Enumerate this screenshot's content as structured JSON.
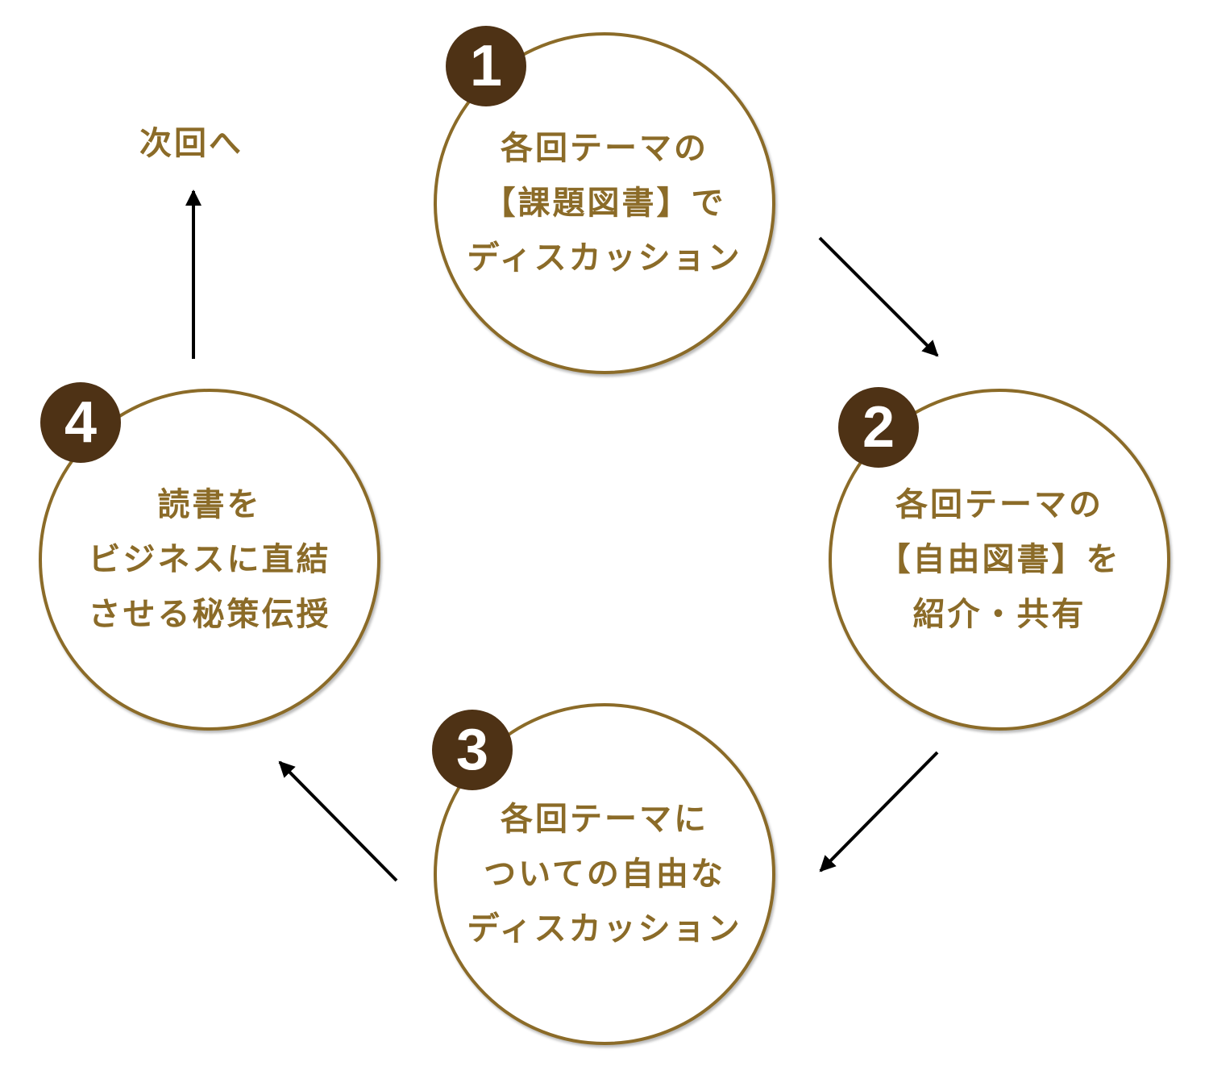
{
  "steps": [
    {
      "number": "1",
      "lines": [
        "各回テーマの",
        "【課題図書】で",
        "ディスカッション"
      ]
    },
    {
      "number": "2",
      "lines": [
        "各回テーマの",
        "【自由図書】を",
        "紹介・共有"
      ]
    },
    {
      "number": "3",
      "lines": [
        "各回テーマに",
        "ついての自由な",
        "ディスカッション"
      ]
    },
    {
      "number": "4",
      "lines": [
        "読書を",
        "ビジネスに直結",
        "させる秘策伝授"
      ]
    }
  ],
  "next_label": "次回へ",
  "colors": {
    "accent": "#8B6B28",
    "badge": "#4E3215",
    "arrow": "#000000"
  }
}
